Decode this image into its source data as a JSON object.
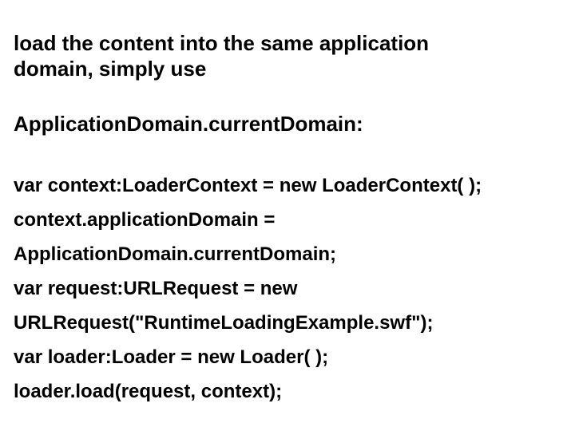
{
  "slide": {
    "background_color": "#ffffff",
    "text_color": "#000000",
    "title_lines": [
      "load the content into the same application",
      "domain, simply use"
    ],
    "subtitle": "ApplicationDomain.currentDomain:",
    "code_lines": [
      "var context:LoaderContext = new LoaderContext( );",
      "context.applicationDomain =",
      "ApplicationDomain.currentDomain;",
      "var request:URLRequest = new",
      "URLRequest(\"RuntimeLoadingExample.swf\");",
      "var loader:Loader = new Loader( );",
      "loader.load(request, context);"
    ]
  }
}
